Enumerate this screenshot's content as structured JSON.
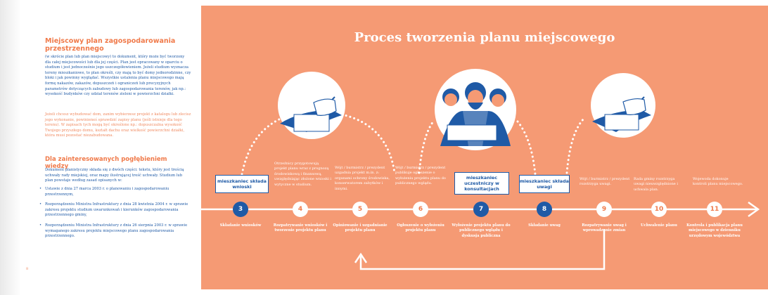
{
  "left_page": {
    "heading": "Miejscowy plan zagospodarowania przestrzennego",
    "intro": "(w skrócie plan lub plan miejscowy) to dokument, który może być tworzony dla całej miejscowości lub dla jej części. Plan jest opracowany w oparciu o studium i jest jednocześnie jego uszczegółowieniem. Jeżeli studium wyznacza tereny mieszkaniowe, to plan określi, czy mają to być domy jednorodzinne, czy bloki i jak powinny wyglądać. Wszystkie ustalenia planu miejscowego mają formę nakazów, zakazów, dopuszczeń i ograniczeń lub precyzyjnych parametrów dotyczących zabudowy lub zagospodarowania terenów, jak np.: wysokość budynków czy udział terenów zieleni w powierzchni działki.",
    "note": "Jeżeli chcesz wybudować dom, zanim wybierzesz projekt z katalogu lub zlecisz jego wykonanie, powinieneś sprawdzić zapisy planu (jeśli istnieje dla tego terenu). W zapisach tych mogą być określone np.: dopuszczalna wysokość Twojego przyszłego domu, kształt dachu oraz wielkość powierzchni działki, która musi pozostać niezabudowana.",
    "heading2": "Dla zainteresowanych pogłębieniem wiedzy",
    "intro2": "Dokument planistyczny składa się z dwóch części: tekstu, który jest treścią uchwały rady miejskiej, oraz mapy ilustrującej treść uchwały. Studium lub plan powstaje według zasad opisanych w:",
    "refs": [
      "Ustawie z dnia 27 marca 2003 r. o planowaniu i zagospodarowaniu przestrzennym,",
      "Rozporządzeniu Ministra Infrastruktury z dnia 28 kwietnia 2004 r. w sprawie zakresu projektu studium uwarunkowań i kierunków zagospodarowania przestrzennego gminy,",
      "Rozporządzeniu Ministra Infrastruktury z dnia 26 sierpnia 2003 r. w sprawie wymaganego zakresu projektu miejscowego planu zagospodarowania przestrzennego."
    ],
    "page_number": "8"
  },
  "diagram": {
    "title": "Proces tworzenia planu miejscowego",
    "boxes": {
      "b3": "mieszkaniec składa wnioski",
      "b7": "mieszkaniec uczestniczy w konsultacjach",
      "b8": "mieszkaniec składa uwagi"
    },
    "steps": [
      {
        "num": "3",
        "below": "Składanie wniosków"
      },
      {
        "num": "4",
        "above": "Otrzeźnicy przygotowują projekt planu wraz z prognozą środowiskową i finansową, uwzględniając złożone wnioski i wytyczne w studium.",
        "below": "Rozpatrywanie wniosków i tworzenie projektu planu"
      },
      {
        "num": "5",
        "above": "Wójt / burmistrz / prezydent uzgadnia projekt m.in. z: organami ochrony środowiska, konserwatorem zabytków i innymi.",
        "below": "Opiniowanie i uzgadnianie projektu planu"
      },
      {
        "num": "6",
        "above": "Wójt / burmistrz / prezydent publikuje ogłoszenie o wyłożeniu projektu planu do publicznego wglądu.",
        "below": "Ogłoszenie o wyłożeniu projektu planu"
      },
      {
        "num": "7",
        "below": "Wyłożenie projektu planu do publicznego wglądu i dyskusja publiczna"
      },
      {
        "num": "8",
        "below": "Składanie uwag"
      },
      {
        "num": "9",
        "above": "Wójt / burmistrz / prezydent rozstrzyga uwagi.",
        "below": "Rozpatrywanie uwag i wprowadzanie zmian"
      },
      {
        "num": "10",
        "above": "Rada gminy rozstrzyga uwagi nieuwzględnione i uchwala plan.",
        "below": "Uchwalenie planu"
      },
      {
        "num": "11",
        "above": "Wojewoda dokonuje kontroli planu miejscowego.",
        "below": "Kontrola i publikacja planu miejscowego w dzienniku urzędowym województwa"
      }
    ],
    "colors": {
      "background": "#f59a74",
      "accent": "#1f5aa6",
      "orange": "#f07a4a"
    }
  }
}
